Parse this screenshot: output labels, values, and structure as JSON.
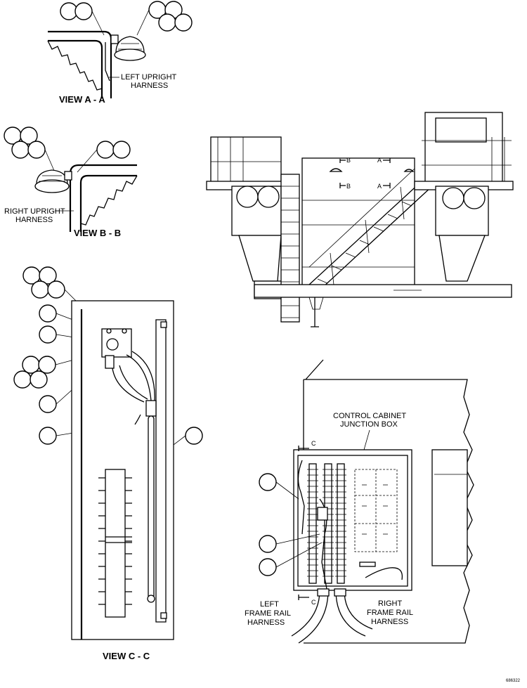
{
  "view_aa": {
    "title": "VIEW  A - A",
    "harness_line1": "LEFT UPRIGHT",
    "harness_line2": "HARNESS"
  },
  "view_bb": {
    "title": "VIEW  B - B",
    "harness_line1": "RIGHT UPRIGHT",
    "harness_line2": "HARNESS"
  },
  "view_cc": {
    "title": "VIEW  C - C"
  },
  "main_view": {
    "section_b_top": "B",
    "section_b_bottom": "B",
    "section_a_top": "A",
    "section_a_bottom": "A"
  },
  "junction": {
    "cabinet_line1": "CONTROL CABINET",
    "cabinet_line2": "JUNCTION BOX",
    "section_c_top": "C",
    "section_c_bottom": "C",
    "left_line1": "LEFT",
    "left_line2": "FRAME RAIL",
    "left_line3": "HARNESS",
    "right_line1": "RIGHT",
    "right_line2": "FRAME RAIL",
    "right_line3": "HARNESS"
  },
  "drawing_number": "686322"
}
